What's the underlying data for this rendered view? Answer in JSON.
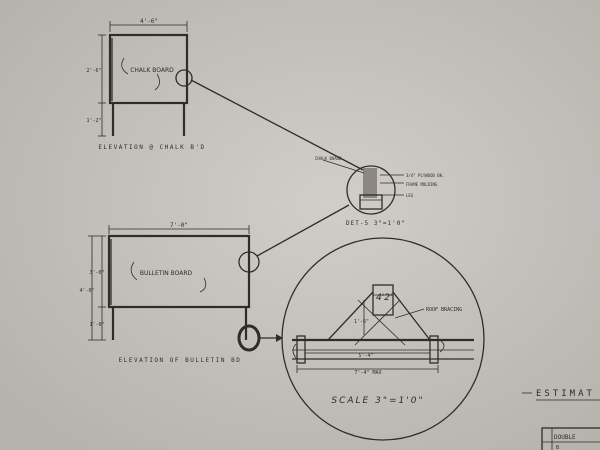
{
  "drawing": {
    "chalkboard": {
      "title": "ELEVATION @ CHALK B'D",
      "panel_label": "CHALK BOARD",
      "width_dim": "4'-6\"",
      "height_dim": "2'-6\"",
      "leg_dim": "1'-2\""
    },
    "bulletin": {
      "title": "ELEVATION OF BULLETIN BD",
      "panel_label": "BULLETIN BOARD",
      "width_dim": "7'-0\"",
      "height_dim": "3'-0\"",
      "overall_dim": "4'-0\"",
      "leg_dim": "1'-0\""
    },
    "detail_small": {
      "title": "DET-5 3\"=1'0\"",
      "leader_label": "CHALK BOARD",
      "note_1": "3/4\" PLYWOOD BK.",
      "note_2": "FRAME MOLDING",
      "note_3": "LEG"
    },
    "detail_large": {
      "title": "SCALE 3\"=1'0\"",
      "bracing_label": "ROOF BRACING",
      "height_mark": "4'2\"",
      "dim_inner": "5'-4\"",
      "dim_outer": "7'-4\" MAX",
      "small_dim": "1'-6\""
    },
    "title_block": {
      "heading": "ESTIMAT",
      "row_1": "DOUBLE",
      "row_2": "B"
    }
  },
  "colors": {
    "paper": "#c9c6c1",
    "ink": "#2f2c2a"
  }
}
